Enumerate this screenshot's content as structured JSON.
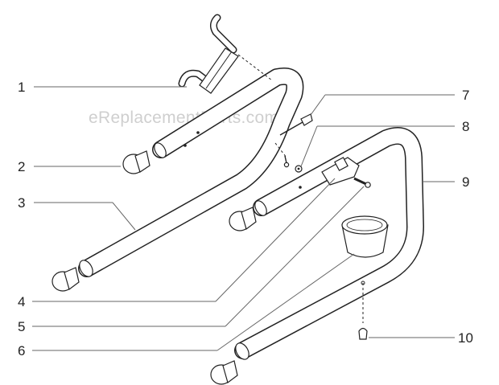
{
  "watermark": "eReplacementParts.com",
  "callouts": [
    {
      "id": "1",
      "label": "1"
    },
    {
      "id": "2",
      "label": "2"
    },
    {
      "id": "3",
      "label": "3"
    },
    {
      "id": "4",
      "label": "4"
    },
    {
      "id": "5",
      "label": "5"
    },
    {
      "id": "6",
      "label": "6"
    },
    {
      "id": "7",
      "label": "7"
    },
    {
      "id": "8",
      "label": "8"
    },
    {
      "id": "9",
      "label": "9"
    },
    {
      "id": "10",
      "label": "10"
    }
  ],
  "colors": {
    "line": "#222222",
    "watermark": "#cfcfcf",
    "leader": "#666666"
  }
}
